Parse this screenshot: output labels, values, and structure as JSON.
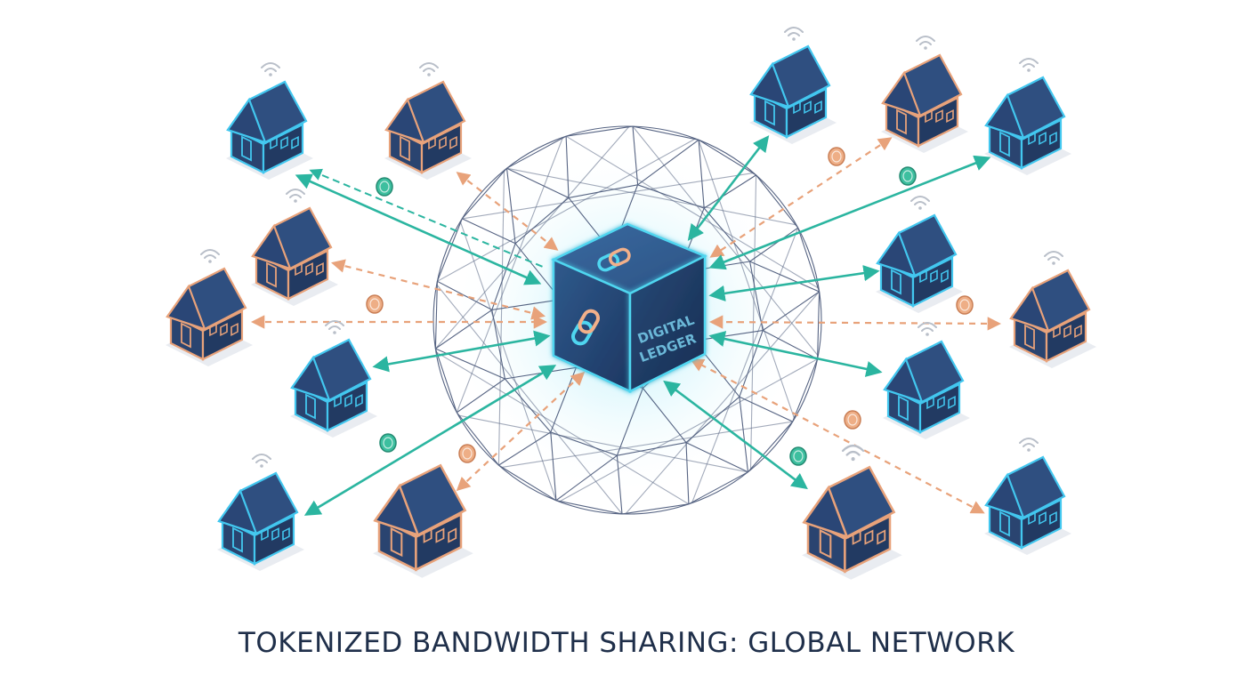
{
  "caption": "TOKENIZED BANDWIDTH SHARING: GLOBAL NETWORK",
  "ledger": {
    "line1": "DIGITAL",
    "line2": "LEDGER",
    "icon": "chain-link-icon"
  },
  "colors": {
    "navy": "#253f66",
    "teal": "#2bb5a0",
    "cyan_glow": "#4fd6f0",
    "orange": "#e8a27a",
    "wire": "#3a4a6e",
    "text": "#1f2f4a"
  },
  "houses": [
    {
      "id": "house-1",
      "style": "blue",
      "wifi": true
    },
    {
      "id": "house-2",
      "style": "orange",
      "wifi": true
    },
    {
      "id": "house-3",
      "style": "orange",
      "wifi": true
    },
    {
      "id": "house-4",
      "style": "orange",
      "wifi": true
    },
    {
      "id": "house-5",
      "style": "blue",
      "wifi": true
    },
    {
      "id": "house-6",
      "style": "blue",
      "wifi": true
    },
    {
      "id": "house-7",
      "style": "orange",
      "wifi": false
    },
    {
      "id": "house-8",
      "style": "blue",
      "wifi": true
    },
    {
      "id": "house-9",
      "style": "orange",
      "wifi": true
    },
    {
      "id": "house-10",
      "style": "blue",
      "wifi": true
    },
    {
      "id": "house-11",
      "style": "blue",
      "wifi": true
    },
    {
      "id": "house-12",
      "style": "orange",
      "wifi": true
    },
    {
      "id": "house-13",
      "style": "blue",
      "wifi": true
    },
    {
      "id": "house-14",
      "style": "orange",
      "wifi": true
    },
    {
      "id": "house-15",
      "style": "blue",
      "wifi": true
    }
  ],
  "links": [
    {
      "house": "house-1",
      "type": "teal-solid"
    },
    {
      "house": "house-2",
      "type": "orange-dashed"
    },
    {
      "house": "house-3",
      "type": "orange-dashed"
    },
    {
      "house": "house-4",
      "type": "orange-dashed"
    },
    {
      "house": "house-5",
      "type": "teal-solid"
    },
    {
      "house": "house-6",
      "type": "teal-solid"
    },
    {
      "house": "house-7",
      "type": "orange-dashed"
    },
    {
      "house": "house-8",
      "type": "teal-solid"
    },
    {
      "house": "house-9",
      "type": "orange-dashed"
    },
    {
      "house": "house-10",
      "type": "teal-solid"
    },
    {
      "house": "house-11",
      "type": "teal-solid"
    },
    {
      "house": "house-12",
      "type": "orange-dashed"
    },
    {
      "house": "house-13",
      "type": "teal-solid"
    },
    {
      "house": "house-14",
      "type": "teal-solid"
    },
    {
      "house": "house-15",
      "type": "orange-dashed"
    }
  ],
  "coins": [
    {
      "style": "teal"
    },
    {
      "style": "orange"
    },
    {
      "style": "teal"
    },
    {
      "style": "orange"
    },
    {
      "style": "orange"
    },
    {
      "style": "teal"
    },
    {
      "style": "orange"
    },
    {
      "style": "orange"
    },
    {
      "style": "teal"
    }
  ]
}
